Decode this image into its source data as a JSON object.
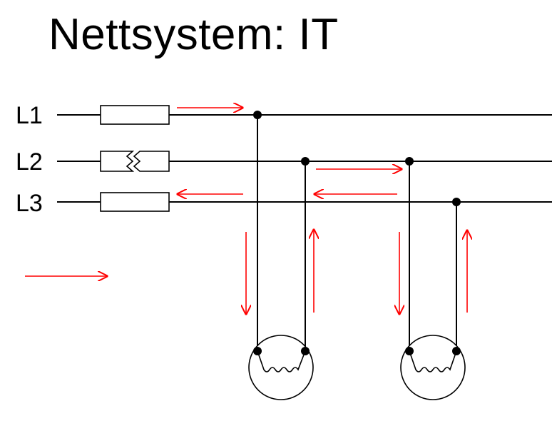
{
  "title": "Nettsystem: IT",
  "phases": [
    {
      "label": "L1"
    },
    {
      "label": "L2"
    },
    {
      "label": "L3"
    }
  ],
  "fuses": [
    {
      "phase": "L1",
      "state": "intact"
    },
    {
      "phase": "L2",
      "state": "blown"
    },
    {
      "phase": "L3",
      "state": "intact"
    }
  ],
  "loads": [
    {
      "type": "lamp",
      "connected_between": [
        "L1",
        "L2"
      ]
    },
    {
      "type": "lamp",
      "connected_between": [
        "L2",
        "L3"
      ]
    }
  ],
  "legend": {
    "icon": "current-direction-arrow"
  },
  "colors": {
    "wire": "#000000",
    "current_arrow": "#ff0000",
    "background": "#ffffff"
  }
}
